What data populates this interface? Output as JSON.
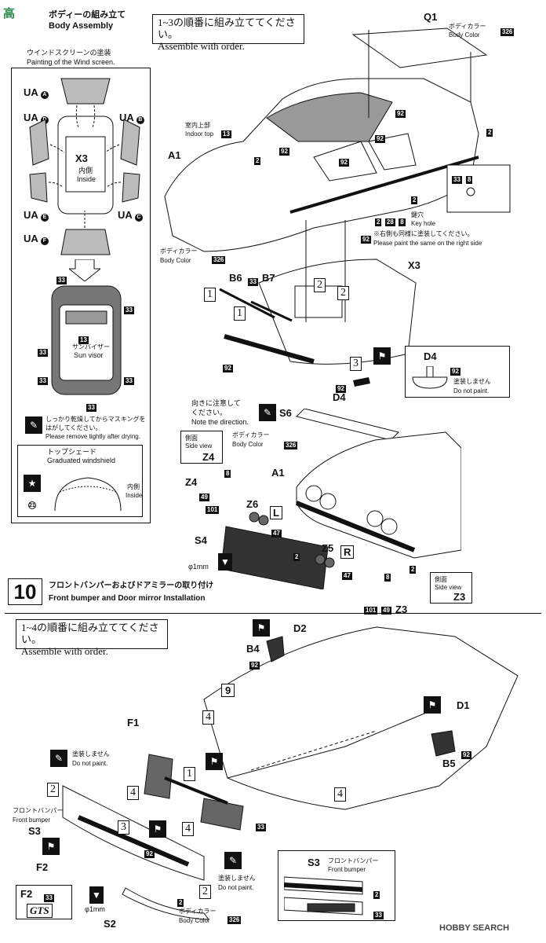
{
  "header": {
    "watermark": "高",
    "title_jp": "ボディーの組み立て",
    "title_en": "Body Assembly"
  },
  "order_note_1": {
    "jp": "1~3の順番に組み立ててください。",
    "en": "Assemble with order."
  },
  "windscreen": {
    "title_jp": "ウインドスクリーンの塗装",
    "title_en": "Painting of the Wind screen.",
    "parts": [
      "UA",
      "UA",
      "UA",
      "UA",
      "UA",
      "UA"
    ],
    "part_letters": [
      "A",
      "D",
      "B",
      "E",
      "C",
      "F"
    ],
    "x3": "X3",
    "inside_jp": "内側",
    "inside_en": "Inside",
    "code_33": "33",
    "code_13": "13",
    "sunvisor_jp": "サンバイザー",
    "sunvisor_en": "Sun visor"
  },
  "masking_note": {
    "jp1": "しっかり乾燥してからマスキングを",
    "jp2": "はがしてください。",
    "en": "Please remove tightly after drying."
  },
  "topshade": {
    "jp": "トップシェード",
    "en": "Graduated windshield",
    "code": "21",
    "inside_jp": "内側",
    "inside_en": "Inside"
  },
  "body_labels": {
    "q1": "Q1",
    "body_color_jp": "ボディカラー",
    "body_color_en": "Body Color",
    "code_326": "326",
    "indoor_top_jp": "室内上部",
    "indoor_top_en": "Indoor top",
    "code_13": "13",
    "code_92": "92",
    "code_2": "2",
    "code_8": "8",
    "code_28": "28",
    "code_33": "33",
    "a1": "A1",
    "keyhole_jp": "鍵穴",
    "keyhole_en": "Key hole",
    "right_side_jp": "※右側も同様に塗装してください。",
    "right_side_en": "Please paint the same on the right side",
    "x3": "X3",
    "b6": "B6",
    "b7": "B7",
    "d4": "D4",
    "no_paint_jp": "塗装しません",
    "no_paint_en": "Do not paint."
  },
  "rear_assembly": {
    "direction_jp1": "向きに注意して",
    "direction_jp2": "ください。",
    "direction_en": "Note the direction.",
    "s6": "S6",
    "side_view_jp": "側面",
    "side_view_en": "Side view",
    "z4": "Z4",
    "z6": "Z6",
    "l": "L",
    "s4": "S4",
    "z5": "Z5",
    "r": "R",
    "z3": "Z3",
    "a1": "A1",
    "phi": "φ1mm",
    "codes": {
      "c8": "8",
      "c49": "49",
      "c101": "101",
      "c47": "47",
      "c2": "2"
    }
  },
  "step10": {
    "number": "10",
    "title_jp": "フロントバンパーおよびドアミラーの取り付け",
    "title_en": "Front bumper and Door mirror Installation"
  },
  "order_note_2": {
    "jp": "1~4の順番に組み立ててください。",
    "en": "Assemble with order."
  },
  "front_assembly": {
    "d2": "D2",
    "b4": "B4",
    "nine": "9",
    "d1": "D1",
    "b5": "B5",
    "f1": "F1",
    "front_bumper_jp": "フロントバンパー",
    "front_bumper_en": "Front bumper",
    "s3": "S3",
    "f2": "F2",
    "s2": "S2",
    "gts": "GTS",
    "phi": "φ1mm",
    "no_paint_jp": "塗装しません",
    "no_paint_en": "Do not paint.",
    "body_color_jp": "ボディカラー",
    "body_color_en": "Body Color"
  },
  "footer": {
    "brand": "HOBBY SEARCH"
  }
}
